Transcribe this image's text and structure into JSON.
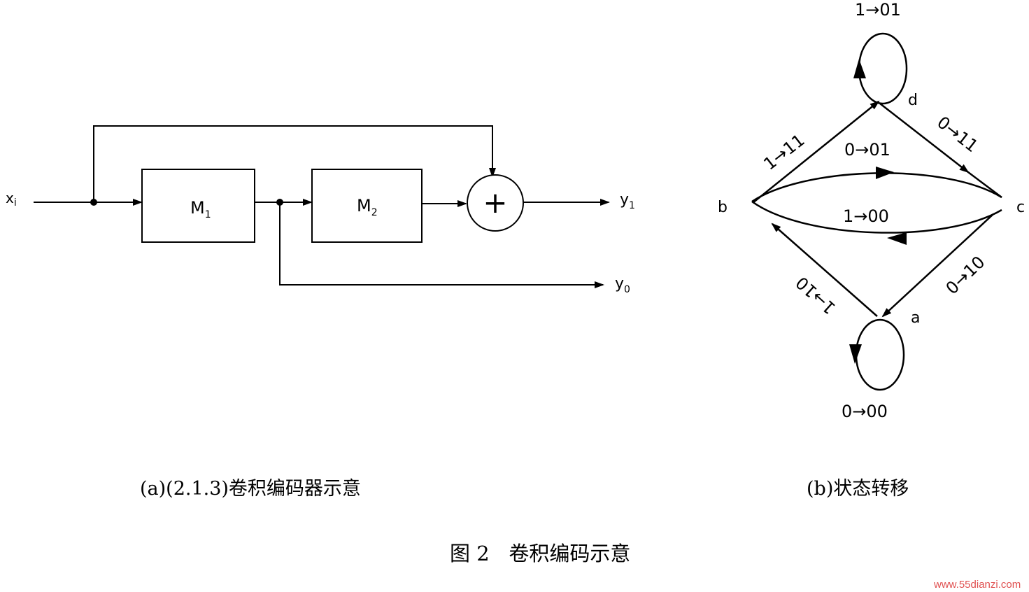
{
  "encoder": {
    "input_label": "x",
    "input_sub": "i",
    "block1_label": "M",
    "block1_sub": "1",
    "block2_label": "M",
    "block2_sub": "2",
    "adder_symbol": "+",
    "output1_label": "y",
    "output1_sub": "1",
    "output0_label": "y",
    "output0_sub": "0",
    "caption": "(a)(2.1.3)卷积编码器示意"
  },
  "state_diagram": {
    "states": {
      "a": "a",
      "b": "b",
      "c": "c",
      "d": "d"
    },
    "transitions": {
      "d_self": "1→01",
      "b_to_d": "1→11",
      "d_to_c": "0→11",
      "b_to_c": "0→01",
      "c_to_b": "1→00",
      "c_to_a": "0→10",
      "a_to_b": "1→10",
      "a_self": "0→00"
    },
    "caption": "(b)状态转移"
  },
  "figure_caption": "图 2   卷积编码示意",
  "watermark": "www.55dianzi.com"
}
